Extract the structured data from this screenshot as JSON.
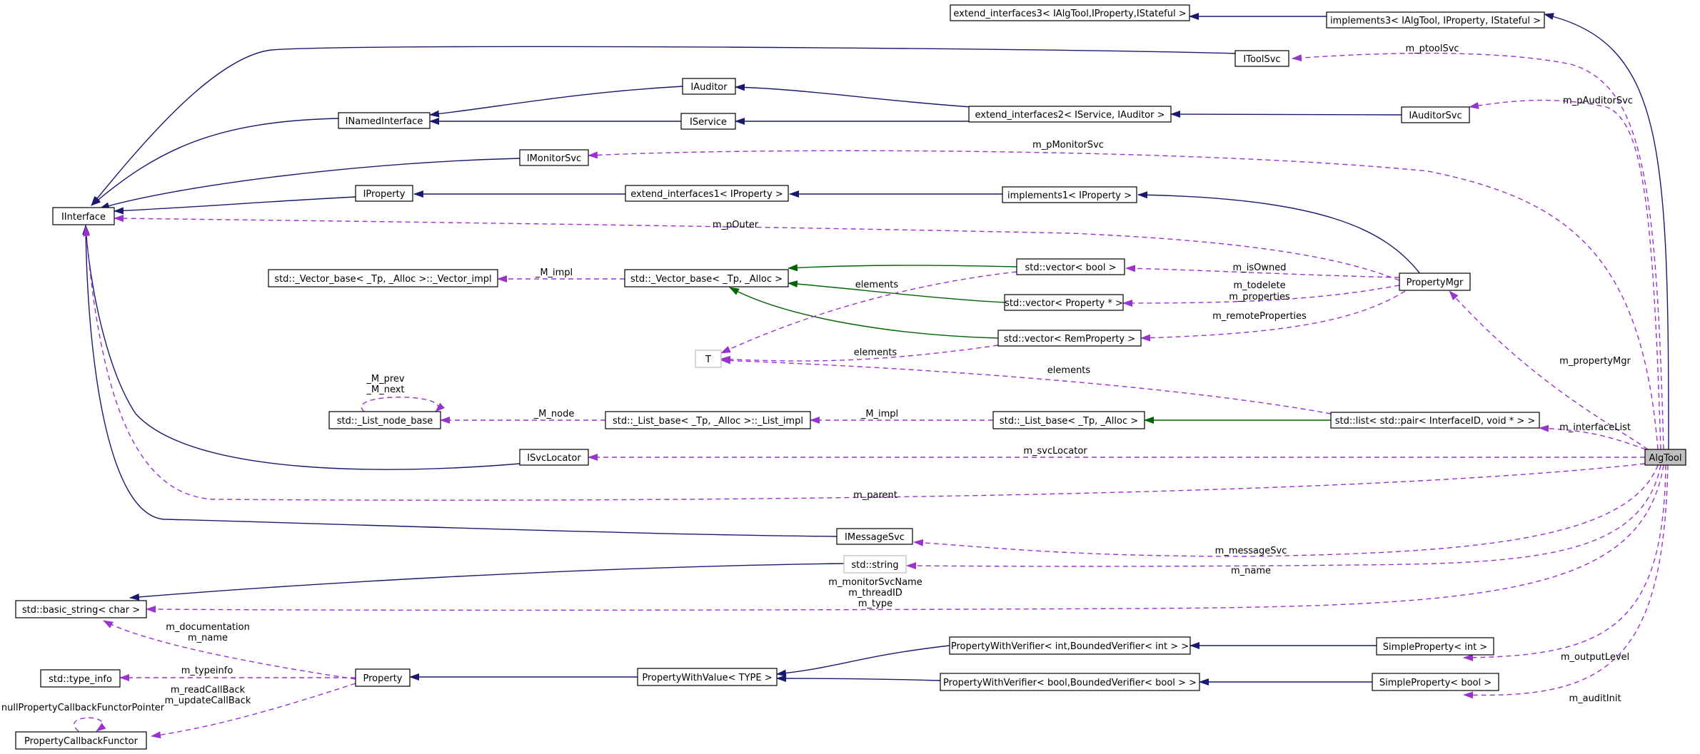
{
  "diagram": {
    "nodes": [
      {
        "id": "AlgTool",
        "label": "AlgTool",
        "selected": true
      },
      {
        "id": "ext3",
        "label": "extend_interfaces3< IAlgTool,IProperty,IStateful >"
      },
      {
        "id": "impl3",
        "label": "implements3< IAlgTool, IProperty, IStateful >"
      },
      {
        "id": "IToolSvc",
        "label": "IToolSvc"
      },
      {
        "id": "IAuditor",
        "label": "IAuditor"
      },
      {
        "id": "INamedInterface",
        "label": "INamedInterface"
      },
      {
        "id": "IService",
        "label": "IService"
      },
      {
        "id": "ext2",
        "label": "extend_interfaces2< IService, IAuditor >"
      },
      {
        "id": "IAuditorSvc",
        "label": "IAuditorSvc"
      },
      {
        "id": "IMonitorSvc",
        "label": "IMonitorSvc"
      },
      {
        "id": "IInterface",
        "label": "IInterface"
      },
      {
        "id": "IProperty",
        "label": "IProperty"
      },
      {
        "id": "ext1",
        "label": "extend_interfaces1< IProperty >"
      },
      {
        "id": "impl1",
        "label": "implements1< IProperty >"
      },
      {
        "id": "VectorImpl",
        "label": "std::_Vector_base< _Tp, _Alloc >::_Vector_impl"
      },
      {
        "id": "VectorBase",
        "label": "std::_Vector_base< _Tp, _Alloc >"
      },
      {
        "id": "vecBool",
        "label": "std::vector< bool >"
      },
      {
        "id": "vecProp",
        "label": "std::vector< Property * >"
      },
      {
        "id": "vecRem",
        "label": "std::vector< RemProperty >"
      },
      {
        "id": "PropertyMgr",
        "label": "PropertyMgr"
      },
      {
        "id": "T",
        "label": "T",
        "ghost": true
      },
      {
        "id": "ListNodeBase",
        "label": "std::_List_node_base"
      },
      {
        "id": "ListImpl",
        "label": "std::_List_base< _Tp, _Alloc >::_List_impl"
      },
      {
        "id": "ListBase",
        "label": "std::_List_base< _Tp, _Alloc >"
      },
      {
        "id": "ListPair",
        "label": "std::list< std::pair< InterfaceID, void * > >"
      },
      {
        "id": "ISvcLocator",
        "label": "ISvcLocator"
      },
      {
        "id": "IMessageSvc",
        "label": "IMessageSvc"
      },
      {
        "id": "stdstring",
        "label": "std::string",
        "ghost": true
      },
      {
        "id": "basicString",
        "label": "std::basic_string< char >"
      },
      {
        "id": "typeinfo",
        "label": "std::type_info"
      },
      {
        "id": "Property",
        "label": "Property"
      },
      {
        "id": "PropWithValue",
        "label": "PropertyWithValue< TYPE >"
      },
      {
        "id": "PWVInt",
        "label": "PropertyWithVerifier< int,BoundedVerifier< int > >"
      },
      {
        "id": "PWVBool",
        "label": "PropertyWithVerifier< bool,BoundedVerifier< bool > >"
      },
      {
        "id": "SPInt",
        "label": "SimpleProperty< int >"
      },
      {
        "id": "SPBool",
        "label": "SimpleProperty< bool >"
      },
      {
        "id": "PCF",
        "label": "PropertyCallbackFunctor"
      }
    ],
    "inheritance": [
      [
        "ext3",
        "impl3",
        "navy"
      ],
      [
        "impl3",
        "AlgTool",
        "navy"
      ],
      [
        "IAuditor",
        "ext2",
        "navy"
      ],
      [
        "IService",
        "ext2",
        "navy"
      ],
      [
        "ext2",
        "IAuditorSvc",
        "navy"
      ],
      [
        "INamedInterface",
        "IAuditor",
        "navy"
      ],
      [
        "INamedInterface",
        "IService",
        "navy"
      ],
      [
        "IInterface",
        "INamedInterface",
        "navy"
      ],
      [
        "IInterface",
        "IToolSvc",
        "navy"
      ],
      [
        "IInterface",
        "IMonitorSvc",
        "navy"
      ],
      [
        "IInterface",
        "IProperty",
        "navy"
      ],
      [
        "IProperty",
        "ext1",
        "navy"
      ],
      [
        "ext1",
        "impl1",
        "navy"
      ],
      [
        "impl1",
        "PropertyMgr",
        "navy"
      ],
      [
        "IInterface",
        "ISvcLocator",
        "navy"
      ],
      [
        "IInterface",
        "IMessageSvc",
        "navy"
      ],
      [
        "basicString",
        "stdstring",
        "navy"
      ],
      [
        "Property",
        "PropWithValue",
        "navy"
      ],
      [
        "PropWithValue",
        "PWVInt",
        "navy"
      ],
      [
        "PropWithValue",
        "PWVBool",
        "navy"
      ],
      [
        "PWVInt",
        "SPInt",
        "navy"
      ],
      [
        "PWVBool",
        "SPBool",
        "navy"
      ],
      [
        "VectorBase",
        "vecBool",
        "green"
      ],
      [
        "VectorBase",
        "vecProp",
        "green"
      ],
      [
        "VectorBase",
        "vecRem",
        "green"
      ],
      [
        "ListBase",
        "ListPair",
        "green"
      ]
    ],
    "edge_labels": {
      "ptoolsvc": "m_ptoolSvc",
      "pauditorsvc": "m_pAuditorSvc",
      "pmonitorsvc": "m_pMonitorSvc",
      "pouter": "m_pOuter",
      "mimpl_vec": "_M_impl",
      "isowned": "m_isOwned",
      "elements_vb": "elements",
      "todelete": "m_todelete",
      "properties": "m_properties",
      "remoteprops": "m_remoteProperties",
      "elements_vr": "elements",
      "propertymgr": "m_propertyMgr",
      "elements_lp": "elements",
      "mprev": "_M_prev",
      "mnext": "_M_next",
      "mnode": "_M_node",
      "mimpl_list": "_M_impl",
      "interfacelist": "m_interfaceList",
      "svclocator": "m_svcLocator",
      "parent": "m_parent",
      "messagesvc": "m_messageSvc",
      "name": "m_name",
      "monitorsvcname": "m_monitorSvcName",
      "threadid": "m_threadID",
      "type": "m_type",
      "documentation": "m_documentation",
      "prop_name": "m_name",
      "typeinfo": "m_typeinfo",
      "readcallback": "m_readCallBack",
      "updatecallback": "m_updateCallBack",
      "nullpcf": "nullPropertyCallbackFunctorPointer",
      "outputlevel": "m_outputLevel",
      "auditinit": "m_auditInit"
    },
    "colors": {
      "inheritance": "#191970",
      "template": "#006400",
      "usage": "#9a32cd"
    }
  }
}
